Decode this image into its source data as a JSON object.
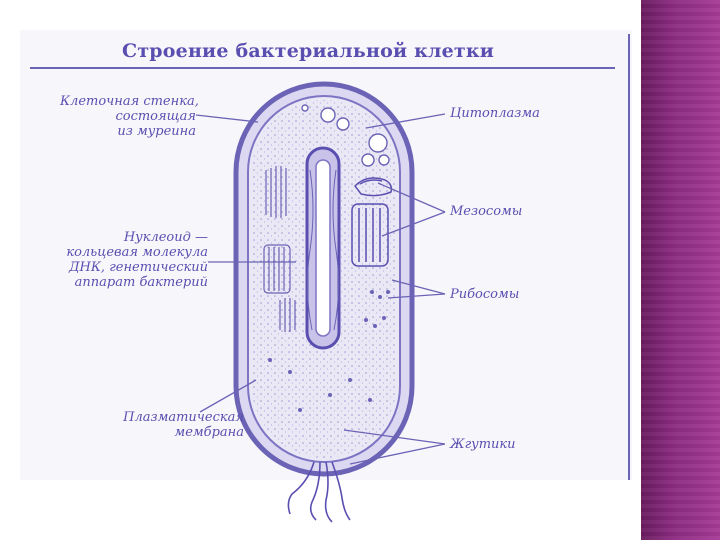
{
  "diagram": {
    "title": "Строение бактериальной клетки",
    "labels": {
      "cell_wall": [
        "Клеточная стенка,",
        "состоящая",
        "из муреина"
      ],
      "cytoplasm": [
        "Цитоплазма"
      ],
      "mesosomes": [
        "Мезосомы"
      ],
      "nucleoid": [
        "Нуклеоид —",
        "кольцевая молекула",
        "ДНК, генетический",
        "аппарат бактерий"
      ],
      "ribosomes": [
        "Рибосомы"
      ],
      "plasma_membrane": [
        "Плазматическая",
        "мембрана"
      ],
      "flagella": [
        "Жгутики"
      ]
    },
    "colors": {
      "ink": "#5a4fb0",
      "line": "#6b63b5",
      "cell_fill": "#ebe8f6",
      "band": "#8e2d83"
    }
  }
}
